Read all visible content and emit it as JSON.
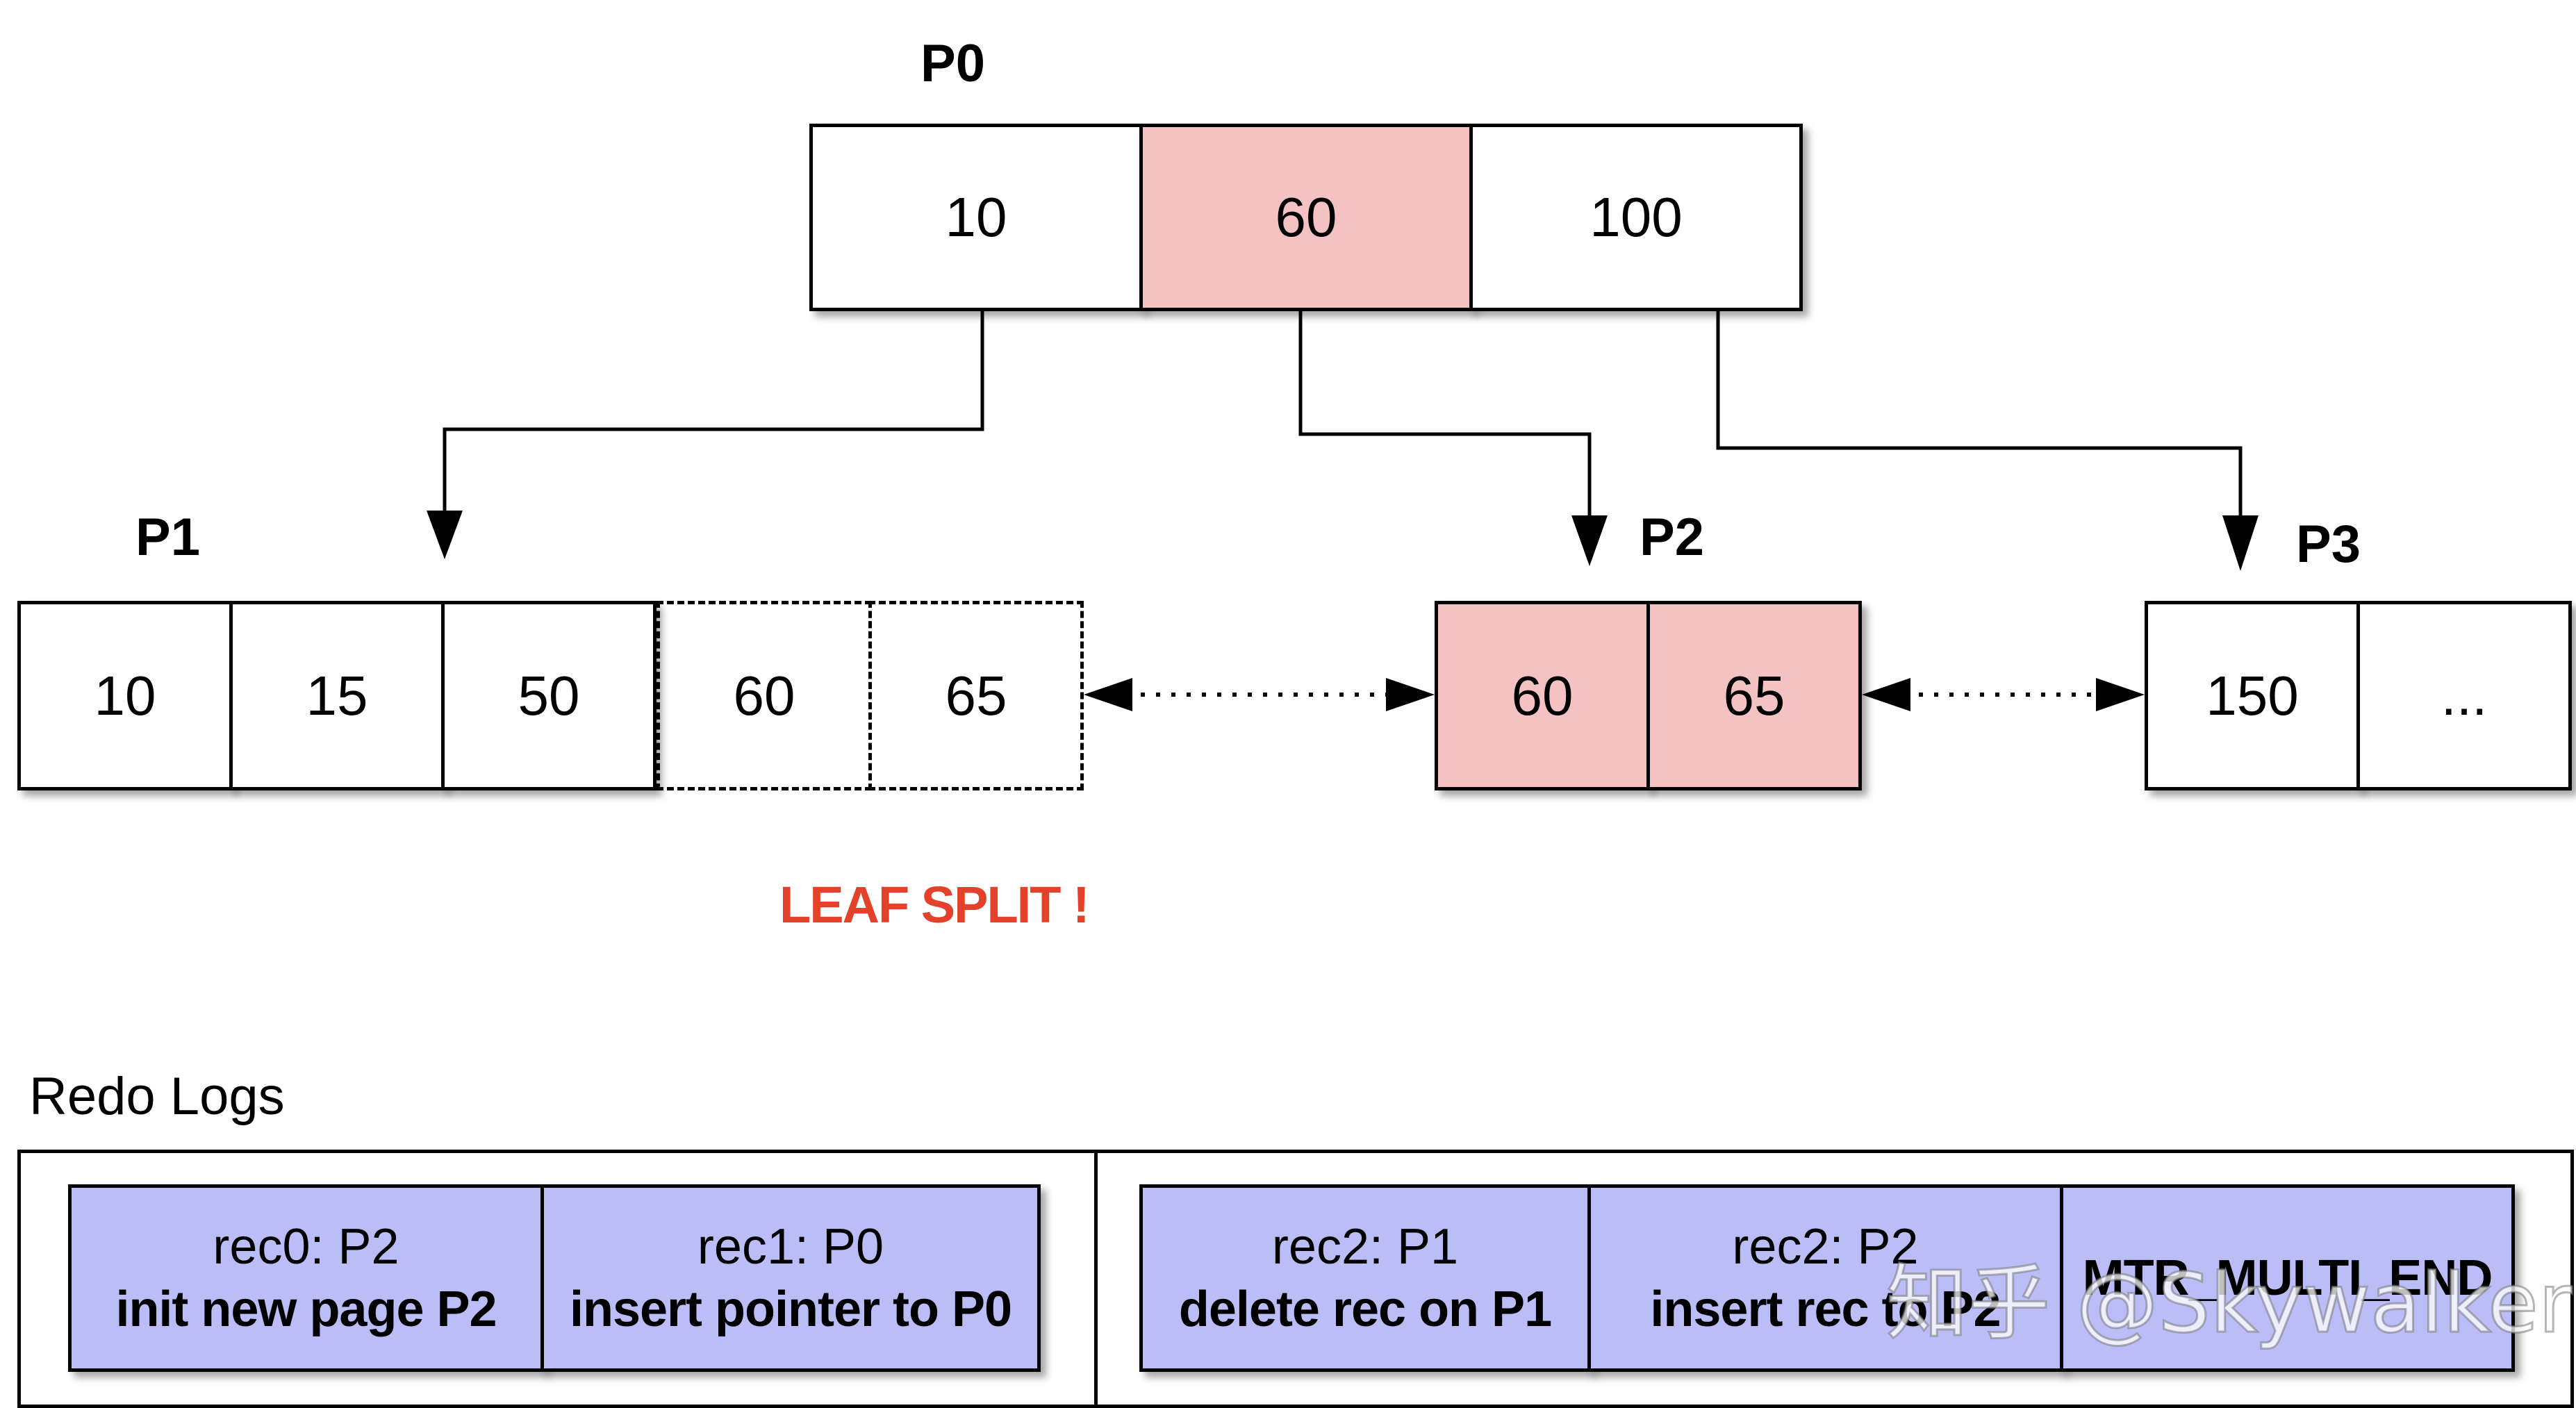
{
  "pages": {
    "p0": {
      "label": "P0",
      "keys": [
        "10",
        "60",
        "100"
      ],
      "highlighted_key": "60"
    },
    "p1": {
      "label": "P1",
      "keys": [
        "10",
        "15",
        "50"
      ],
      "moved_keys": [
        "60",
        "65"
      ]
    },
    "p2": {
      "label": "P2",
      "keys": [
        "60",
        "65"
      ]
    },
    "p3": {
      "label": "P3",
      "keys": [
        "150",
        "..."
      ]
    }
  },
  "split_label": "LEAF SPLIT !",
  "redo": {
    "title": "Redo Logs",
    "records": [
      {
        "rec": "rec0: P2",
        "desc": "init new page P2"
      },
      {
        "rec": "rec1: P0",
        "desc": "insert pointer to P0"
      },
      {
        "rec": "rec2: P1",
        "desc": "delete rec on P1"
      },
      {
        "rec": "rec2: P2",
        "desc": "insert rec to P2"
      },
      {
        "rec": "",
        "desc": "MTR_MULTI_END"
      }
    ]
  },
  "watermark": "知乎 @Skywalker",
  "colors": {
    "highlight": "#f4c2c2",
    "log_record": "#bbbdf7",
    "split_label": "#e4412b"
  }
}
